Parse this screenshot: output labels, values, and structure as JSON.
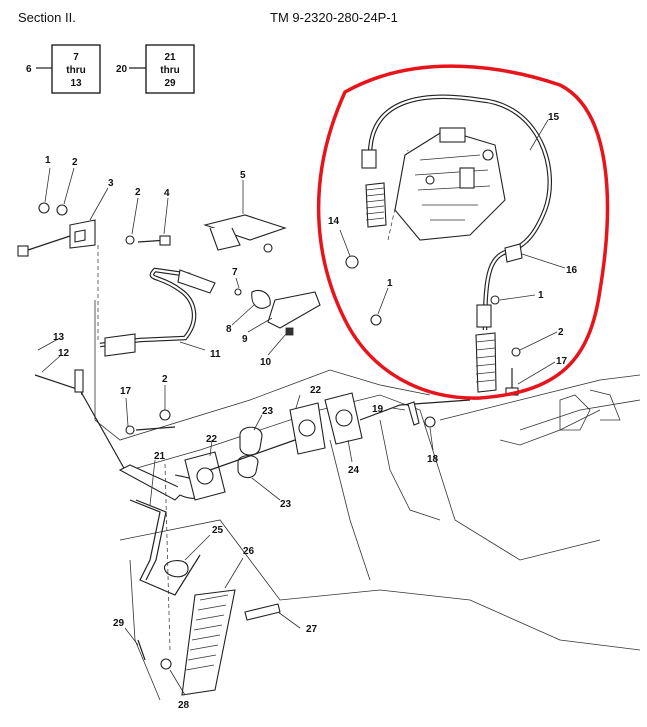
{
  "header": {
    "section": "Section II.",
    "manual": "TM 9-2320-280-24P-1"
  },
  "ref_boxes": [
    {
      "lead": "6",
      "line1": "7",
      "line2": "thru",
      "line3": "13"
    },
    {
      "lead": "20",
      "line1": "21",
      "line2": "thru",
      "line3": "29"
    }
  ],
  "callouts": {
    "c1_a": "1",
    "c2_a": "2",
    "c3": "3",
    "c2_b": "2",
    "c4": "4",
    "c5": "5",
    "c7": "7",
    "c8": "8",
    "c9": "9",
    "c10": "10",
    "c11": "11",
    "c13": "13",
    "c12": "12",
    "c17_a": "17",
    "c2_c": "2",
    "c23_a": "23",
    "c22_a": "22",
    "c22_b": "22",
    "c24": "24",
    "c23_b": "23",
    "c21": "21",
    "c25": "25",
    "c26": "26",
    "c27": "27",
    "c29": "29",
    "c28": "28",
    "c19": "19",
    "c18": "18",
    "c14": "14",
    "c15": "15",
    "c16": "16",
    "c1_b": "1",
    "c1_c": "1",
    "c2_d": "2",
    "c17_b": "17"
  },
  "highlight_color": "#e8141b"
}
